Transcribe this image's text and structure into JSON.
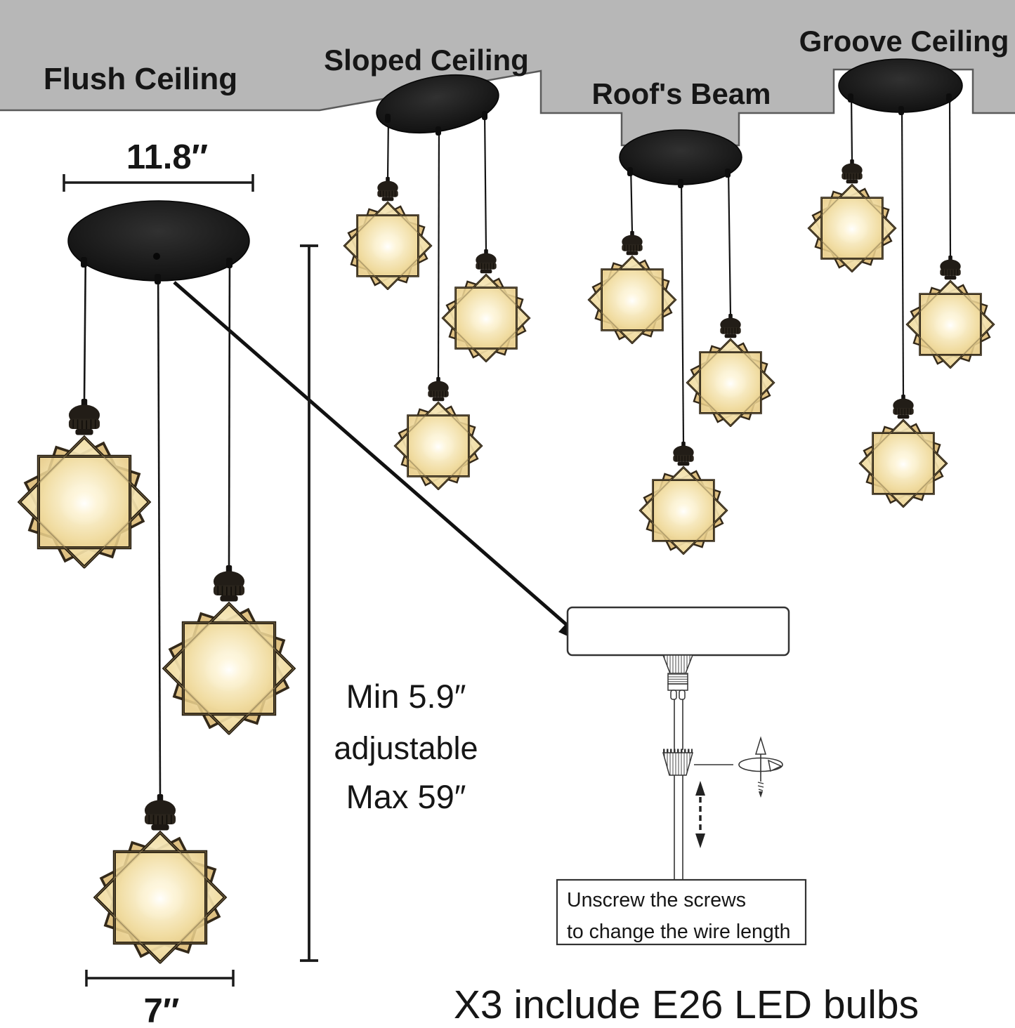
{
  "ceiling_labels": {
    "flush": "Flush Ceiling",
    "sloped": "Sloped Ceiling",
    "beam": "Roof's Beam",
    "groove": "Groove Ceiling"
  },
  "dimensions": {
    "canopy_width": "11.8″",
    "star_width": "7″",
    "drop_min": "Min 5.9″",
    "drop_mid": "adjustable",
    "drop_max": "Max 59″"
  },
  "note": {
    "line1": "Unscrew the screws",
    "line2": "to change the wire length"
  },
  "caption": "X3 include E26 LED bulbs",
  "product": {
    "canopy_count": 4,
    "pendants_per_canopy": 3,
    "shade_shape": "moravian-star"
  },
  "colors": {
    "ceiling_gray": "#b7b7b7",
    "ceiling_edge": "#5a5a5a",
    "canopy_black": "#1a1a1a",
    "glass_warm": "#f0db9f",
    "glass_glow": "#fff8e0",
    "frame_dark": "#241c10",
    "line_black": "#161616"
  }
}
